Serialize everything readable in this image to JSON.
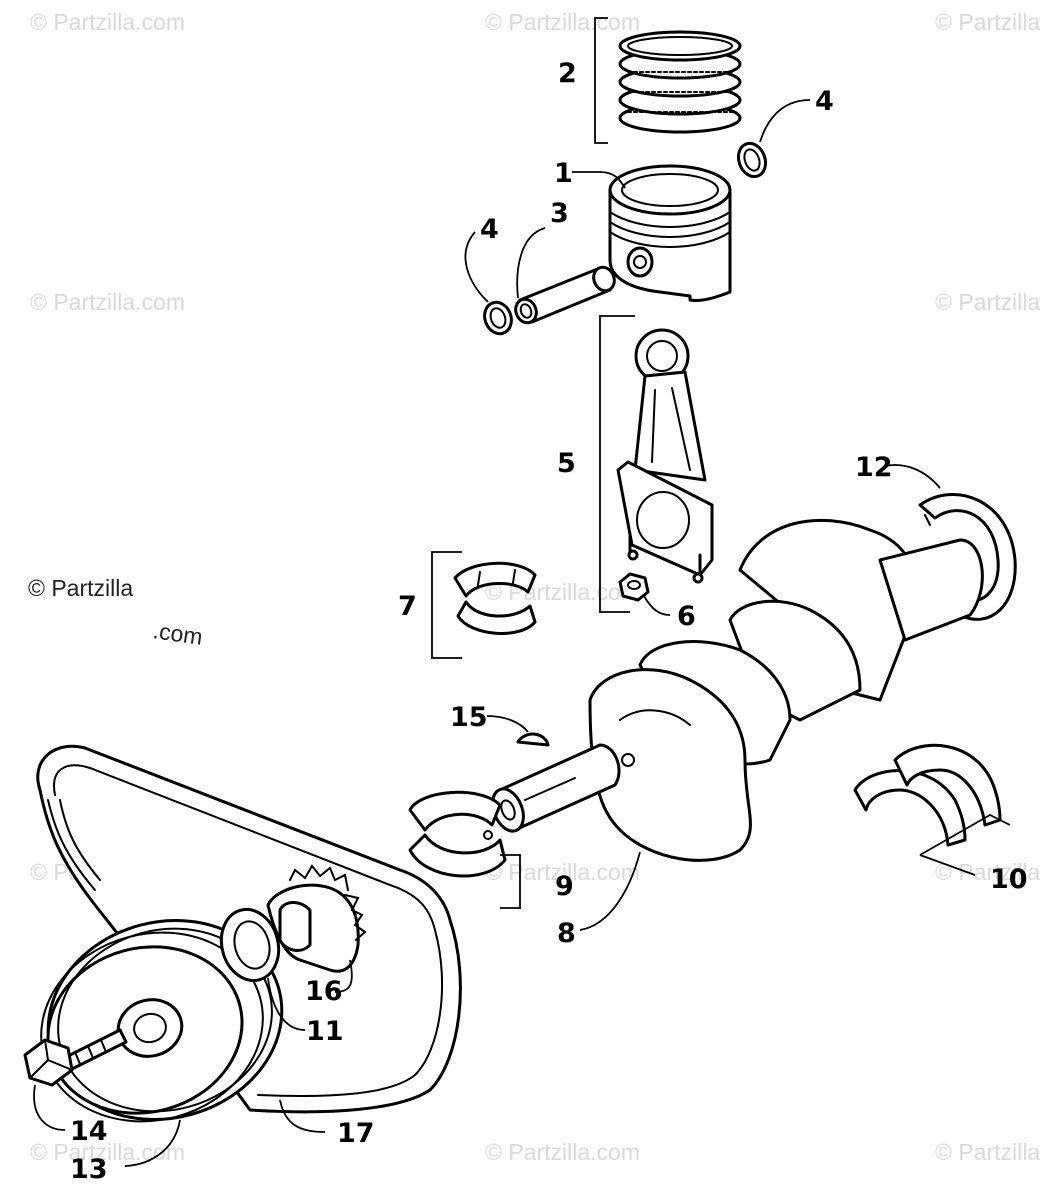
{
  "watermark": {
    "text": "© Partzilla.com",
    "color": "#d9d9d9"
  },
  "copyright": {
    "line1": "© Partzilla",
    "line2": ".com"
  },
  "callouts": [
    "1",
    "2",
    "3",
    "4",
    "4",
    "5",
    "6",
    "7",
    "8",
    "9",
    "10",
    "11",
    "12",
    "13",
    "14",
    "15",
    "16",
    "17"
  ],
  "colors": {
    "line": "#000000",
    "background": "#ffffff"
  }
}
